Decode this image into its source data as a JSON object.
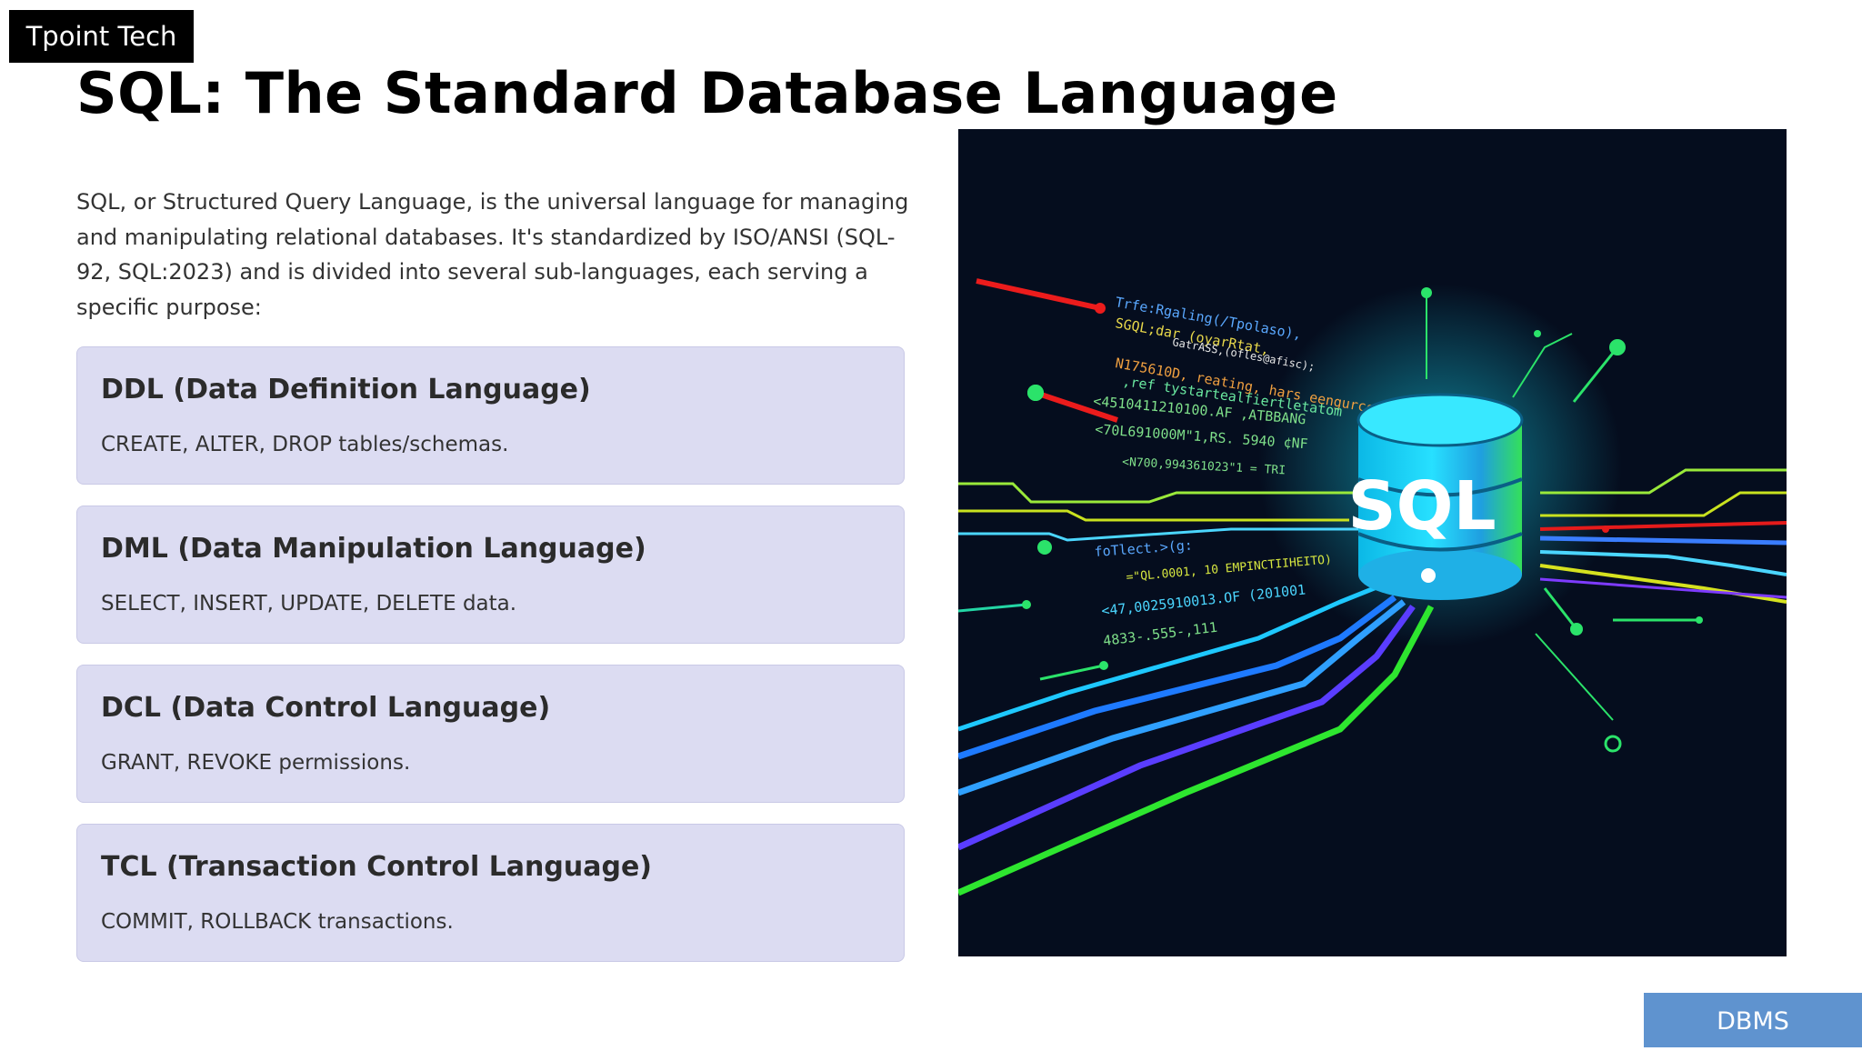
{
  "brand": "Tpoint Tech",
  "title": "SQL: The Standard Database Language",
  "intro": "SQL, or Structured Query Language, is the universal language for managing and manipulating relational databases. It's standardized by ISO/ANSI (SQL-92, SQL:2023) and is divided into several sub-languages, each serving a specific purpose:",
  "cards": [
    {
      "title": "DDL (Data Definition Language)",
      "desc": "CREATE, ALTER, DROP tables/schemas."
    },
    {
      "title": "DML (Data Manipulation Language)",
      "desc": "SELECT, INSERT, UPDATE, DELETE data."
    },
    {
      "title": "DCL (Data Control Language)",
      "desc": "GRANT, REVOKE permissions."
    },
    {
      "title": "TCL (Transaction Control Language)",
      "desc": "COMMIT, ROLLBACK transactions."
    }
  ],
  "hero": {
    "cylinder_label": "SQL",
    "code_lines_top": [
      "Trfe:Rgaling(/Tpolaso),",
      "SGQL;dar (oyarRtat,",
      "GatrASS,(ofles@afisc);",
      "N175610D, reating, hars eengurcenc)",
      ",ref tystartealfiertletatom",
      "<4510411210100.AF ,ATBBANG",
      "<70L691000M\"1,RS. 5940 ¢NF",
      "<N700,994361023\"1 = TRI"
    ],
    "code_lines_bottom": [
      "foTlect.>(g:",
      "=\"QL.0001, 10 EMPINCTIIHEITO)",
      "<47,0025910013.OF (201001",
      "4833-.555-,111"
    ]
  },
  "footer": "DBMS"
}
